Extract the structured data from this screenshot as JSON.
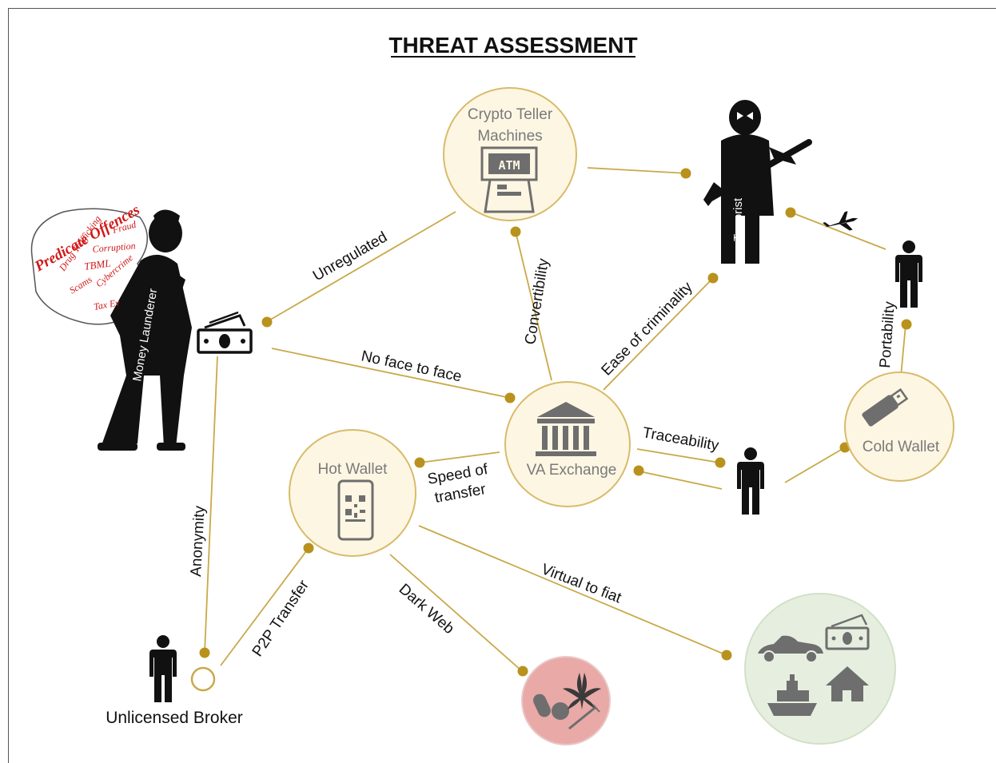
{
  "title": "THREAT ASSESSMENT",
  "nodes": {
    "atm": "Crypto Teller Machines",
    "atm_line1": "Crypto Teller",
    "atm_line2": "Machines",
    "atm_screen": "ATM",
    "exchange": "VA Exchange",
    "hot_wallet": "Hot Wallet",
    "cold_wallet": "Cold Wallet",
    "broker": "Unlicensed Broker",
    "launderer": "Money Launderer",
    "terrorist": "Terrorist"
  },
  "predicate": {
    "heading": "Predicate Offences",
    "offences": [
      "Drug Trafficking",
      "Fraud",
      "Corruption",
      "TBML",
      "Cybercrime",
      "Scams",
      "Tax Ev"
    ]
  },
  "edges": {
    "unregulated": "Unregulated",
    "convertibility": "Convertibility",
    "ease": "Ease of criminality",
    "no_face": "No face to face",
    "traceability": "Traceability",
    "speed_1": "Speed of",
    "speed_2": "transfer",
    "portability": "Portability",
    "anonymity": "Anonymity",
    "p2p": "P2P Transfer",
    "dark_web": "Dark Web",
    "virtual_fiat": "Virtual to fiat"
  },
  "colors": {
    "line": "#c9a94a",
    "dot": "#b8921c",
    "node_fill": "#fdf6e3",
    "node_stroke": "#d8bb6a",
    "dark_fill": "#e8a9a7",
    "fiat_fill": "#e6efdf",
    "icon_grey": "#6e6e6e",
    "red": "#d01818"
  }
}
